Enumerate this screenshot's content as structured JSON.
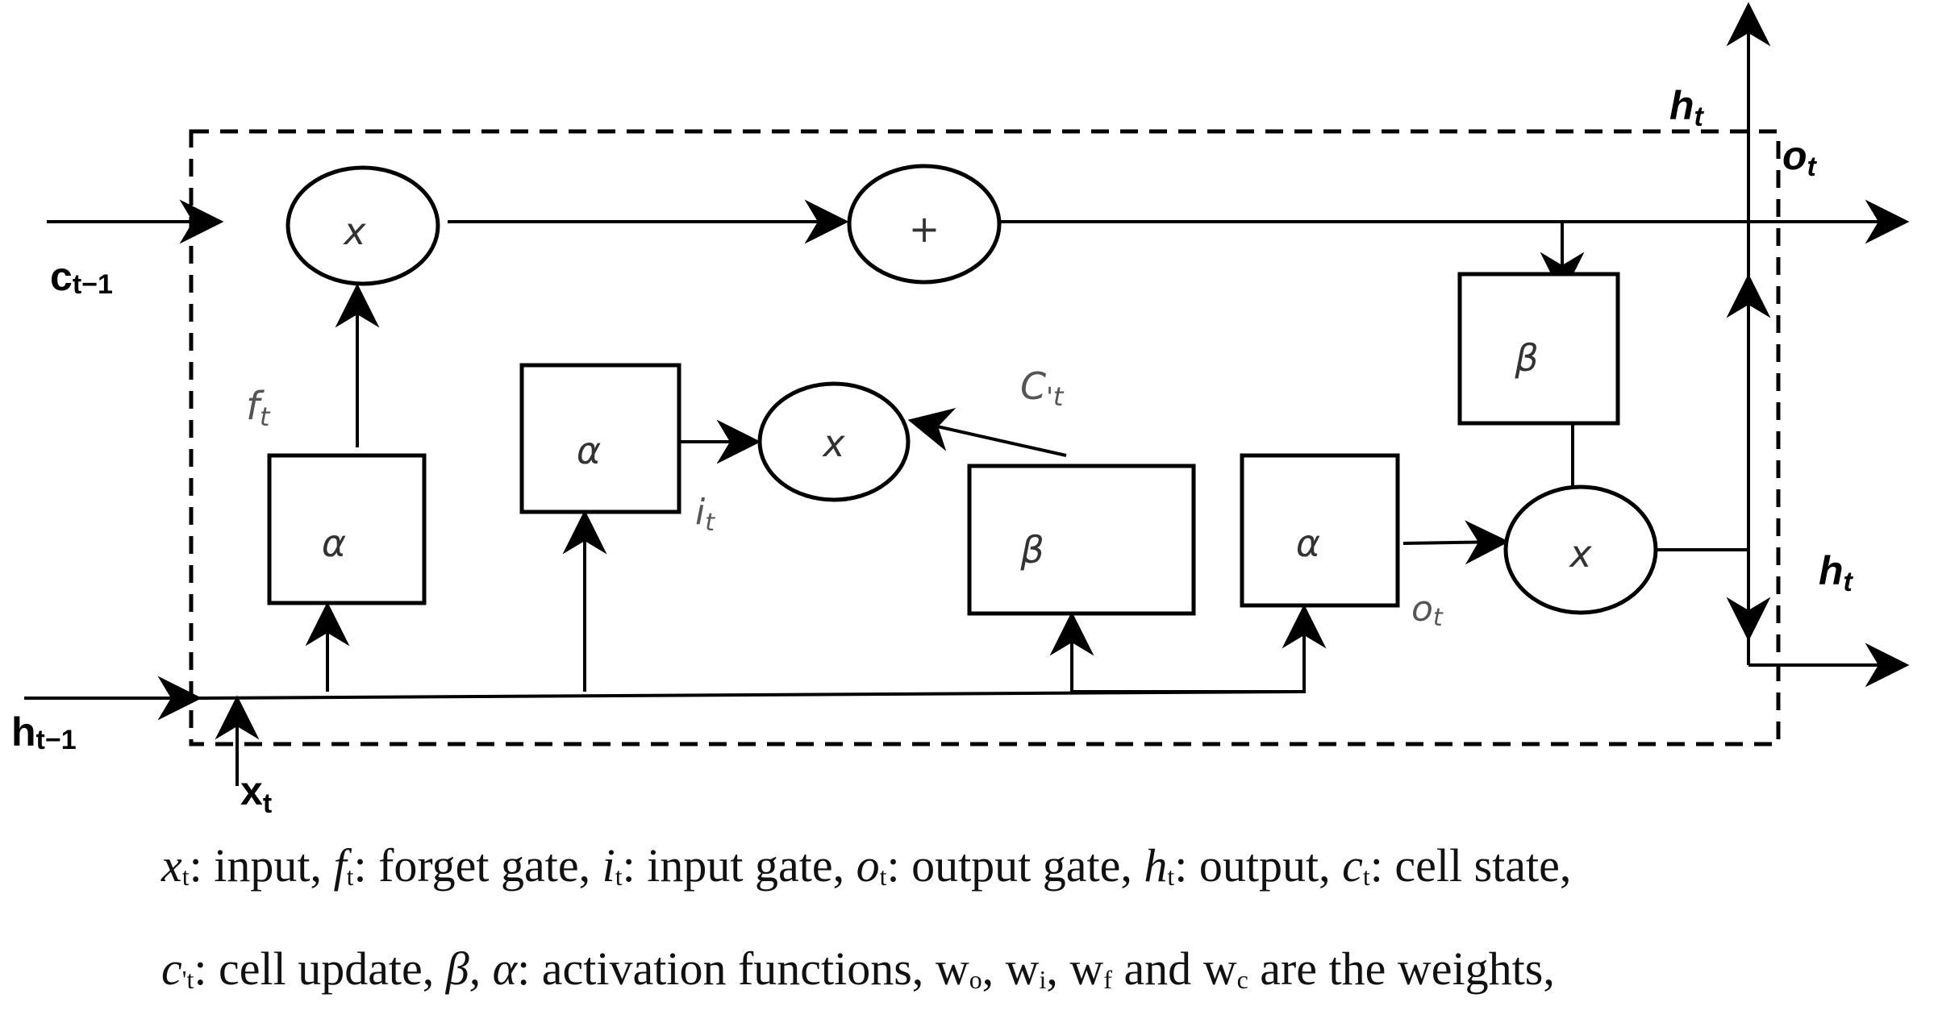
{
  "labels": {
    "c_prev": {
      "base": "c",
      "sub": "t−1"
    },
    "h_prev": {
      "base": "h",
      "sub": "t−1"
    },
    "x_t": {
      "base": "x",
      "sub": "t"
    },
    "h_t_top": {
      "base": "h",
      "sub": "t"
    },
    "o_t_right": {
      "base": "o",
      "sub": "t"
    },
    "h_t_right": {
      "base": "h",
      "sub": "t"
    },
    "f_t": {
      "base": "f",
      "sub": "t"
    },
    "i_t": {
      "base": "i",
      "sub": "t"
    },
    "c_update": {
      "base": "C",
      "sub": "'t"
    },
    "o_t_gate": {
      "base": "o",
      "sub": "t"
    }
  },
  "operators": {
    "forget_mult": "x",
    "add": "+",
    "input_mult": "x",
    "output_mult": "x"
  },
  "gates": {
    "forget": "α",
    "input": "α",
    "cell_update": "β",
    "output": "α",
    "cell_activation": "β"
  },
  "caption": {
    "line1": [
      {
        "sym": "x",
        "sub": "t",
        "text": ": input, "
      },
      {
        "sym": "f",
        "sub": "t",
        "text": ": forget gate, "
      },
      {
        "sym": "i",
        "sub": "t",
        "text": ": input gate, "
      },
      {
        "sym": "o",
        "sub": "t",
        "text": ": output gate, "
      },
      {
        "sym": "h",
        "sub": "t",
        "text": ": output, "
      },
      {
        "sym": "c",
        "sub": "t",
        "text": ": cell state,"
      }
    ],
    "line2": [
      {
        "sym": "c",
        "sub": "'t",
        "text": ": cell update, "
      },
      {
        "sym": "β, α",
        "sub": "",
        "text": ": activation functions, "
      },
      {
        "plain": "w",
        "sub": "o",
        "text": ", "
      },
      {
        "plain": "w",
        "sub": "i",
        "text": ", "
      },
      {
        "plain": "w",
        "sub": "f",
        "text": " and "
      },
      {
        "plain": "w",
        "sub": "c",
        "text": " are the weights,"
      }
    ]
  },
  "colors": {
    "stroke": "#000000",
    "label": "#333333"
  }
}
